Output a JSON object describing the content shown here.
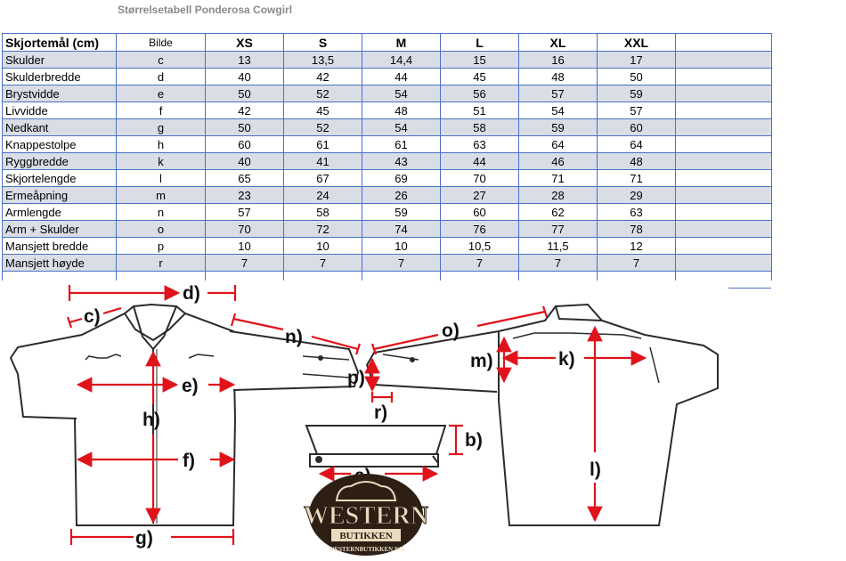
{
  "title": "Størrelsetabell Ponderosa Cowgirl",
  "table": {
    "headers": [
      "Skjortemål (cm)",
      "Bilde",
      "XS",
      "S",
      "M",
      "L",
      "XL",
      "XXL",
      ""
    ],
    "rows": [
      [
        "Skulder",
        "c",
        "13",
        "13,5",
        "14,4",
        "15",
        "16",
        "17",
        ""
      ],
      [
        "Skulderbredde",
        "d",
        "40",
        "42",
        "44",
        "45",
        "48",
        "50",
        ""
      ],
      [
        "Brystvidde",
        "e",
        "50",
        "52",
        "54",
        "56",
        "57",
        "59",
        ""
      ],
      [
        "Livvidde",
        "f",
        "42",
        "45",
        "48",
        "51",
        "54",
        "57",
        ""
      ],
      [
        "Nedkant",
        "g",
        "50",
        "52",
        "54",
        "58",
        "59",
        "60",
        ""
      ],
      [
        "Knappestolpe",
        "h",
        "60",
        "61",
        "61",
        "63",
        "64",
        "64",
        ""
      ],
      [
        "Ryggbredde",
        "k",
        "40",
        "41",
        "43",
        "44",
        "46",
        "48",
        ""
      ],
      [
        "Skjortelengde",
        "l",
        "65",
        "67",
        "69",
        "70",
        "71",
        "71",
        ""
      ],
      [
        "Ermeåpning",
        "m",
        "23",
        "24",
        "26",
        "27",
        "28",
        "29",
        ""
      ],
      [
        "Armlengde",
        "n",
        "57",
        "58",
        "59",
        "60",
        "62",
        "63",
        ""
      ],
      [
        "Arm + Skulder",
        "o",
        "70",
        "72",
        "74",
        "76",
        "77",
        "78",
        ""
      ],
      [
        "Mansjett bredde",
        "p",
        "10",
        "10",
        "10",
        "10,5",
        "11,5",
        "12",
        ""
      ],
      [
        "Mansjett høyde",
        "r",
        "7",
        "7",
        "7",
        "7",
        "7",
        "7",
        ""
      ]
    ]
  },
  "diagram": {
    "labels": {
      "a": "a)",
      "b": "b)",
      "c": "c)",
      "d": "d)",
      "e": "e)",
      "f": "f)",
      "g": "g)",
      "h": "h)",
      "k": "k)",
      "l": "l)",
      "m": "m)",
      "n": "n)",
      "o": "o)",
      "p": "p)",
      "r": "r)"
    },
    "arrow_color": "#e0131a"
  },
  "logo": {
    "word": "WESTERN",
    "banner": "BUTIKKEN",
    "url": "WESTERNBUTIKKEN.NO"
  }
}
